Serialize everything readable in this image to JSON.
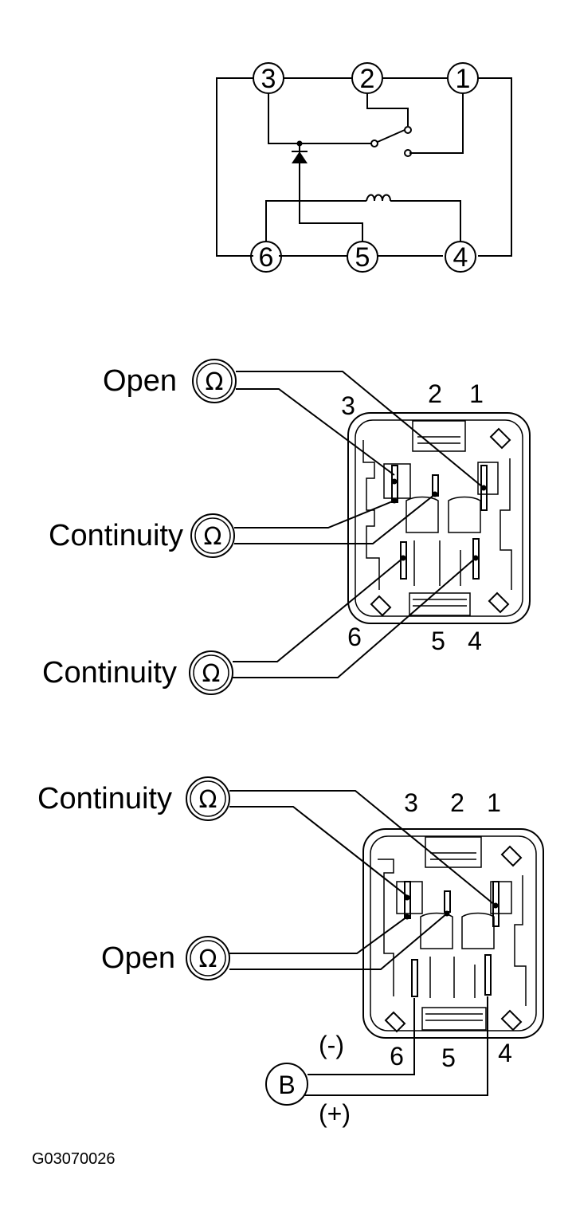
{
  "schematic": {
    "terminals": [
      "1",
      "2",
      "3",
      "4",
      "5",
      "6"
    ]
  },
  "test_open_circuit": {
    "labels": {
      "top_meter": "Open",
      "mid_meter": "Continuity",
      "bottom_meter": "Continuity"
    },
    "meter_symbol": "Ω",
    "pin_labels": {
      "p3": "3",
      "p2": "2",
      "p1": "1",
      "p6": "6",
      "p5": "5",
      "p4": "4"
    }
  },
  "test_energized": {
    "labels": {
      "top_meter": "Continuity",
      "mid_meter": "Open"
    },
    "meter_symbol": "Ω",
    "battery_symbol": "B",
    "neg_label": "(-)",
    "pos_label": "(+)",
    "pin_labels": {
      "p3": "3",
      "p2": "2",
      "p1": "1",
      "p6": "6",
      "p5": "5",
      "p4": "4"
    }
  },
  "figure_code": "G03070026"
}
